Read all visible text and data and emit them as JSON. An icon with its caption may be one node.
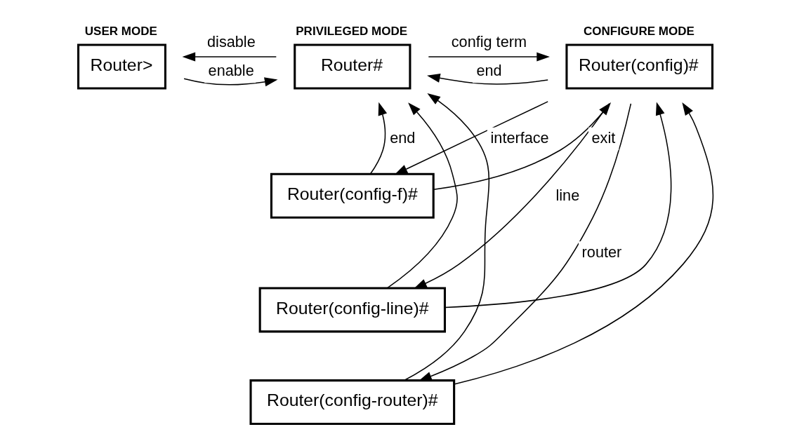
{
  "diagram": {
    "nodes": [
      {
        "text": [
          "USER MODE",
          "Router>"
        ]
      },
      {
        "text": [
          "PRIVILEGED MODE",
          "Router#"
        ]
      },
      {
        "text": [
          "CONFIGURE MODE",
          "Router(config)#"
        ]
      },
      {
        "text": [
          "Router(config-f)#"
        ]
      },
      {
        "text": [
          "Router(config-line)#"
        ]
      },
      {
        "text": [
          "Router(config-router)#"
        ]
      }
    ],
    "edges": [
      {
        "from": 0,
        "to": 1,
        "arrow": "to",
        "label": "enable"
      },
      {
        "from": 1,
        "to": 0,
        "arrow": "to",
        "label": "disable"
      },
      {
        "from": 1,
        "to": 2,
        "arrow": "to",
        "label": "config term"
      },
      {
        "from": 2,
        "to": 1,
        "arrow": "to",
        "label": "end"
      },
      {
        "from": 2,
        "to": 3,
        "arrow": "to",
        "label": "interface"
      },
      {
        "from": 2,
        "to": 4,
        "arrow": "to",
        "label": "line"
      },
      {
        "from": 2,
        "to": 5,
        "arrow": "to",
        "label": "router"
      },
      {
        "from": 3,
        "to": 2,
        "arrow": "to",
        "label": "exit"
      },
      {
        "from": 4,
        "to": 2,
        "arrow": "to"
      },
      {
        "from": 5,
        "to": 2,
        "arrow": "to"
      },
      {
        "from": 3,
        "to": 1,
        "arrow": "to",
        "label": "end"
      },
      {
        "from": 4,
        "to": 1,
        "arrow": "to"
      },
      {
        "from": 5,
        "to": 1,
        "arrow": "to"
      }
    ]
  }
}
